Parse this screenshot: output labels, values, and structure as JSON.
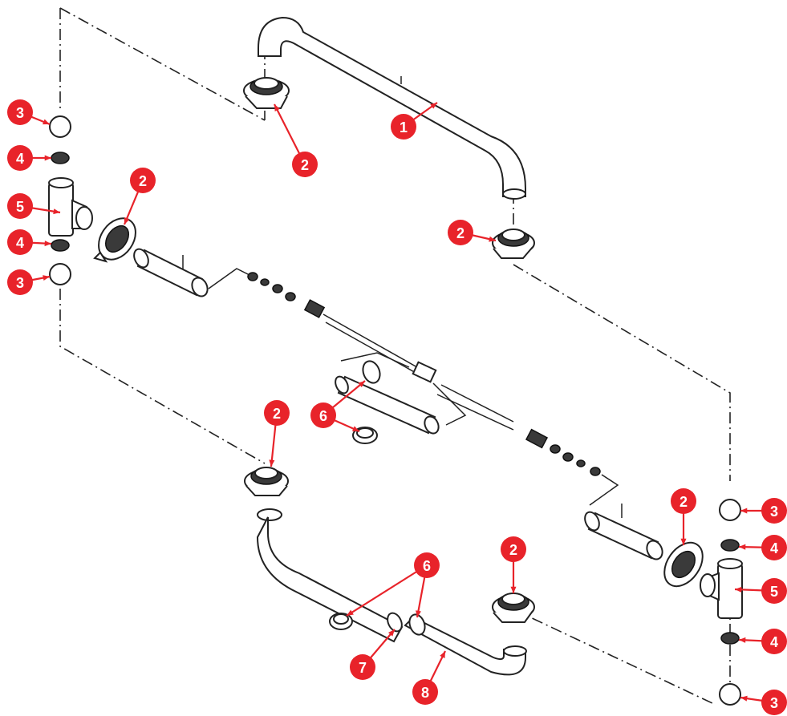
{
  "colors": {
    "callout": "#e8232a",
    "line": "#222222",
    "background": "#ffffff"
  },
  "callouts": [
    {
      "id": "c1",
      "label": "1",
      "part": "upper-tube"
    },
    {
      "id": "c2a",
      "label": "2",
      "part": "clamp-upper-left"
    },
    {
      "id": "c2b",
      "label": "2",
      "part": "clamp-upper-right"
    },
    {
      "id": "c2c",
      "label": "2",
      "part": "clamp-left-tee"
    },
    {
      "id": "c2d",
      "label": "2",
      "part": "clamp-lower-left"
    },
    {
      "id": "c2e",
      "label": "2",
      "part": "clamp-right-tee"
    },
    {
      "id": "c2f",
      "label": "2",
      "part": "clamp-lower-right"
    },
    {
      "id": "c3a",
      "label": "3",
      "part": "cap-top-left"
    },
    {
      "id": "c3b",
      "label": "3",
      "part": "cap-bottom-left"
    },
    {
      "id": "c3c",
      "label": "3",
      "part": "cap-top-right"
    },
    {
      "id": "c3d",
      "label": "3",
      "part": "cap-bottom-right"
    },
    {
      "id": "c4a",
      "label": "4",
      "part": "gasket-top-left"
    },
    {
      "id": "c4b",
      "label": "4",
      "part": "gasket-bottom-left"
    },
    {
      "id": "c4c",
      "label": "4",
      "part": "gasket-top-right"
    },
    {
      "id": "c4d",
      "label": "4",
      "part": "gasket-bottom-right"
    },
    {
      "id": "c5a",
      "label": "5",
      "part": "tee-left"
    },
    {
      "id": "c5b",
      "label": "5",
      "part": "tee-right"
    },
    {
      "id": "c6a",
      "label": "6",
      "part": "small-clamps-center"
    },
    {
      "id": "c6b",
      "label": "6",
      "part": "small-clamps-lower"
    },
    {
      "id": "c7",
      "label": "7",
      "part": "lower-tube-joint"
    },
    {
      "id": "c8",
      "label": "8",
      "part": "lower-tube"
    }
  ]
}
